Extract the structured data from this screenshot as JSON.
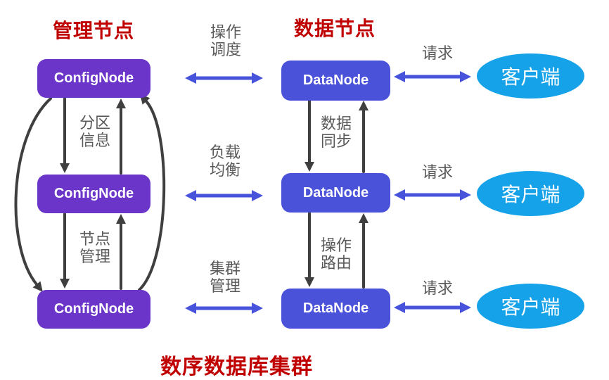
{
  "colors": {
    "config_node": "#6B35C9",
    "data_node": "#4A52D9",
    "client": "#16A2E9",
    "blue_arrow": "#4653DA",
    "black_arrow": "#3F3F3F",
    "title_red": "#C00000",
    "label_gray": "#595959"
  },
  "titles": {
    "management_nodes": "管理节点",
    "data_nodes": "数据节点",
    "cluster": "数序数据库集群"
  },
  "nodes": {
    "config": [
      "ConfigNode",
      "ConfigNode",
      "ConfigNode"
    ],
    "data": [
      "DataNode",
      "DataNode",
      "DataNode"
    ],
    "clients": [
      "客户端",
      "客户端",
      "客户端"
    ]
  },
  "edge_labels": {
    "operation_scheduling": [
      "操作",
      "调度"
    ],
    "load_balancing": [
      "负载",
      "均衡"
    ],
    "cluster_management": [
      "集群",
      "管理"
    ],
    "partition_info": [
      "分区",
      "信息"
    ],
    "node_management": [
      "节点",
      "管理"
    ],
    "data_sync": [
      "数据",
      "同步"
    ],
    "operation_routing": [
      "操作",
      "路由"
    ],
    "requests": [
      "请求",
      "请求",
      "请求"
    ]
  }
}
